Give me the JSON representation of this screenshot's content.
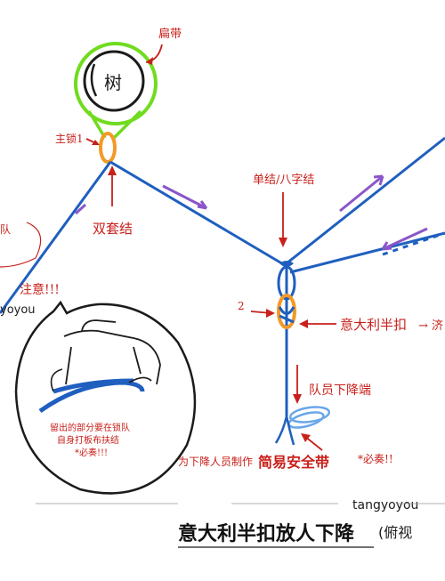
{
  "labels": {
    "tree": "树",
    "sling": "扁带",
    "carabiner_left": "主锁1",
    "double_loop_knot": "双套结",
    "single_knot": "单结/八字结",
    "carabiner_center": "2",
    "italian_hitch": "意大利半扣",
    "italian_hitch_arrow": "→ 济",
    "left_top_partial": "队",
    "attention": "注意!!!",
    "inset_note_line1": "留出的部分要在锁队",
    "inset_note_line2": "自身打板布扶结",
    "inset_note_line3": "*必奏!!!",
    "descend_member": "队员下降端",
    "harness_note": "为下降人员制作",
    "harness_highlight": "简易安全带",
    "must_note": "*必奏!!",
    "bottom_title": "意大利半扣放人下降",
    "bottom_title_partial": "(俯视",
    "watermark_left": "yoyou",
    "watermark_bottom": "tangyoyou"
  },
  "colors": {
    "rope": "#1f5fbf",
    "sling": "#6fdc1e",
    "carabiner": "#f29a28",
    "annotation": "#c8201b",
    "direction_arrow": "#8a56c9",
    "ink": "#111111"
  }
}
